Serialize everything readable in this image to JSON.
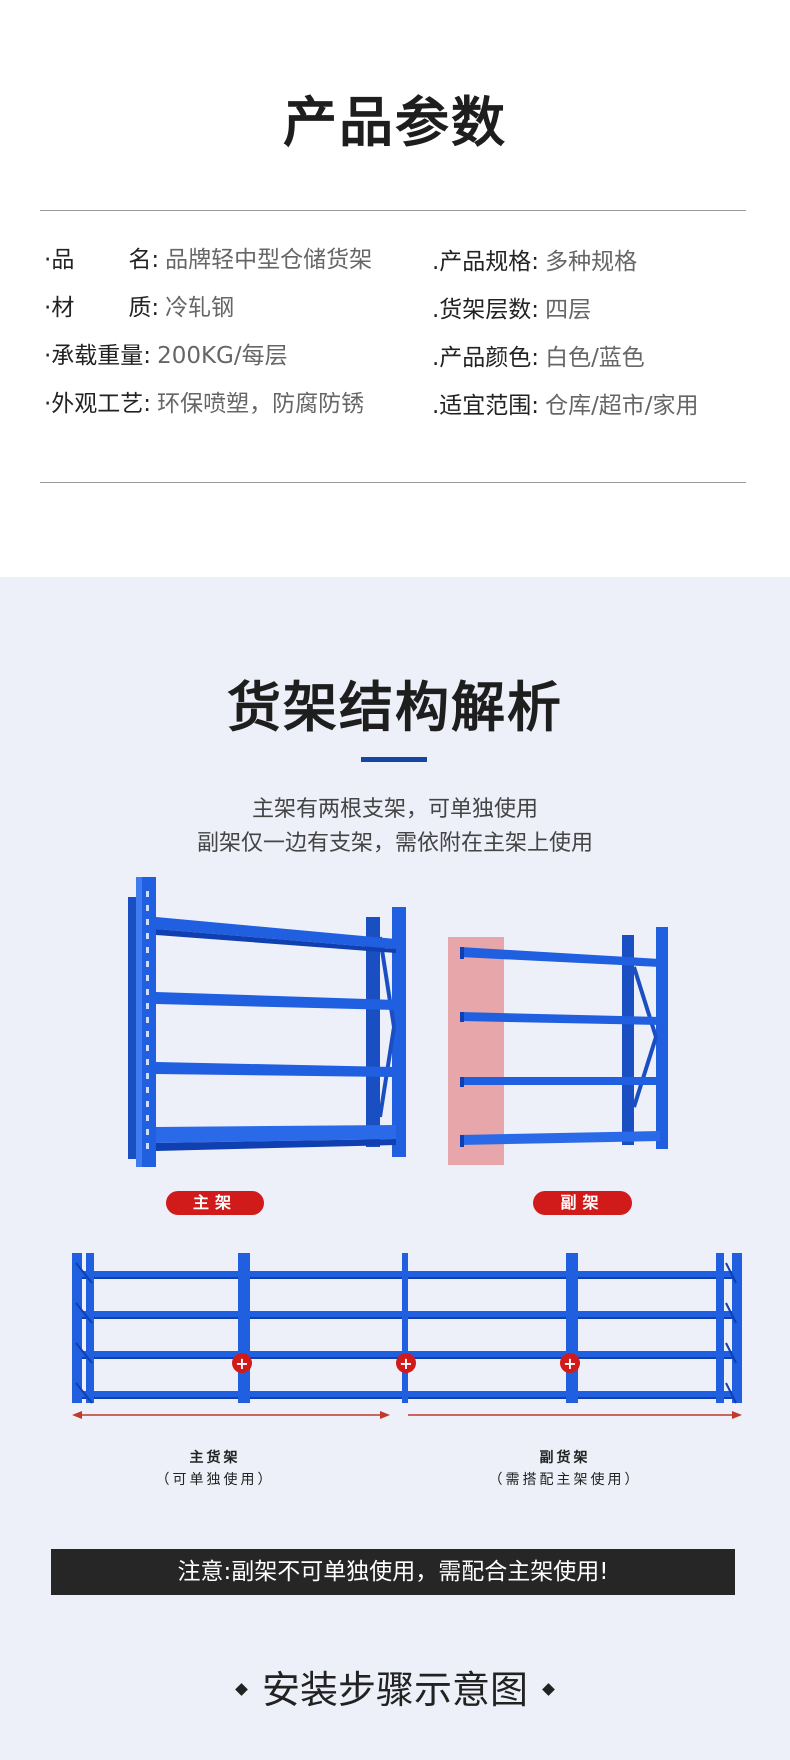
{
  "section_params": {
    "title": "产品参数",
    "left_params": [
      {
        "label": "品名",
        "value": "品牌轻中型仓储货架"
      },
      {
        "label": "材质",
        "value": "冷轧钢"
      },
      {
        "label": "承载重量",
        "value": "200KG/每层"
      },
      {
        "label": "外观工艺",
        "value": "环保喷塑，防腐防锈"
      }
    ],
    "right_params": [
      {
        "label": ".产品规格:",
        "value": "多种规格"
      },
      {
        "label": ".货架层数:",
        "value": "四层"
      },
      {
        "label": ".产品颜色:",
        "value": "白色/蓝色"
      },
      {
        "label": ".适宜范围:",
        "value": "仓库/超市/家用"
      }
    ]
  },
  "section_structure": {
    "title": "货架结构解析",
    "desc_line1": "主架有两根支架，可单独使用",
    "desc_line2": "副架仅一边有支架，需依附在主架上使用",
    "main_rack_label": "主架",
    "sub_rack_label": "副架",
    "main_caption_title": "主货架",
    "main_caption_sub": "（可单独使用）",
    "sub_caption_title": "副货架",
    "sub_caption_sub": "（需搭配主架使用）",
    "plus_symbol": "+",
    "notice": "注意:副架不可单独使用，需配合主架使用!"
  },
  "section_install": {
    "title": "安装步骤示意图"
  },
  "colors": {
    "rack_blue": "#1f5fe0",
    "rack_dark": "#0f3fb0",
    "accent_red": "#d11b1b",
    "accent_navy": "#1746a2"
  }
}
